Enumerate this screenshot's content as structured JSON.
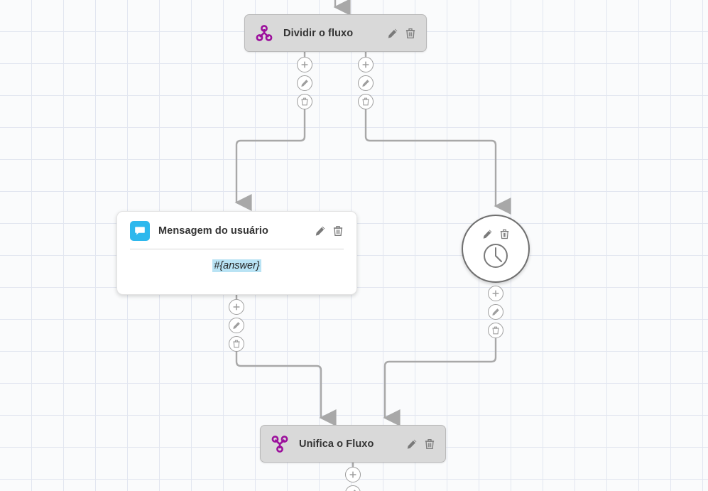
{
  "canvas": {
    "label": "flow-editor-canvas",
    "grid_size": 45,
    "background_color": "#fafbfc",
    "grid_line_color": "#e2e6f0"
  },
  "colors": {
    "node_gray_fill": "#d9d9d9",
    "node_gray_border": "#b9b9b9",
    "node_white_fill": "#ffffff",
    "split_icon_purple": "#9c0f9c",
    "message_icon_blue": "#2eb8ed",
    "variable_highlight": "#b9e3f4",
    "connector_gray": "#a8a8a8",
    "icon_gray": "#7a7a7a"
  },
  "nodes": [
    {
      "id": "split",
      "type": "split-node",
      "title": "Dividir o fluxo",
      "icon": "split-branch-icon",
      "edit_icon": "pencil-icon",
      "delete_icon": "trash-icon"
    },
    {
      "id": "message",
      "type": "message-node",
      "title": "Mensagem do usuário",
      "icon": "chat-bubble-icon",
      "body_text": "#{answer}",
      "edit_icon": "pencil-icon",
      "delete_icon": "trash-icon"
    },
    {
      "id": "delay",
      "type": "delay-node",
      "title": "",
      "icon": "clock-icon",
      "edit_icon": "pencil-icon",
      "delete_icon": "trash-icon"
    },
    {
      "id": "merge",
      "type": "merge-node",
      "title": "Unifica o Fluxo",
      "icon": "merge-branch-icon",
      "edit_icon": "pencil-icon",
      "delete_icon": "trash-icon"
    }
  ],
  "connector_buttons": {
    "add_label": "add-step",
    "edit_label": "edit-connector",
    "delete_label": "delete-connector",
    "icons": [
      "plus-icon",
      "pencil-icon",
      "trash-icon"
    ]
  },
  "edges": [
    {
      "from": "input-top",
      "to": "split"
    },
    {
      "from": "split-left",
      "to": "message"
    },
    {
      "from": "split-right",
      "to": "delay"
    },
    {
      "from": "message",
      "to": "merge"
    },
    {
      "from": "delay",
      "to": "merge"
    },
    {
      "from": "merge",
      "to": "output-bottom"
    }
  ]
}
